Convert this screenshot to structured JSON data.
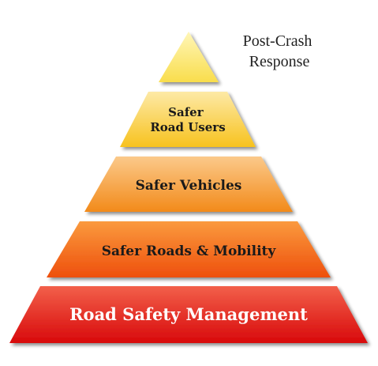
{
  "diagram": {
    "top_label": {
      "lines": [
        "Post-Crash",
        "Response"
      ]
    },
    "tiers": [
      {
        "lines": [
          "Safer",
          "Road Users"
        ],
        "text_color": "#1a1a1a",
        "gradient": [
          "#fde9a6",
          "#f7c21e"
        ]
      },
      {
        "lines": [
          "Safer Vehicles"
        ],
        "text_color": "#1a1a1a",
        "gradient": [
          "#fbc98a",
          "#f28a1a"
        ]
      },
      {
        "lines": [
          "Safer Roads & Mobility"
        ],
        "text_color": "#1a1a1a",
        "gradient": [
          "#fa9a3e",
          "#ee4f0c"
        ]
      },
      {
        "lines": [
          "Road Safety Management"
        ],
        "text_color": "#ffffff",
        "gradient": [
          "#f2604a",
          "#d8090b"
        ]
      }
    ],
    "apex": {
      "gradient": [
        "#fff6b8",
        "#f9dd4c"
      ]
    }
  }
}
